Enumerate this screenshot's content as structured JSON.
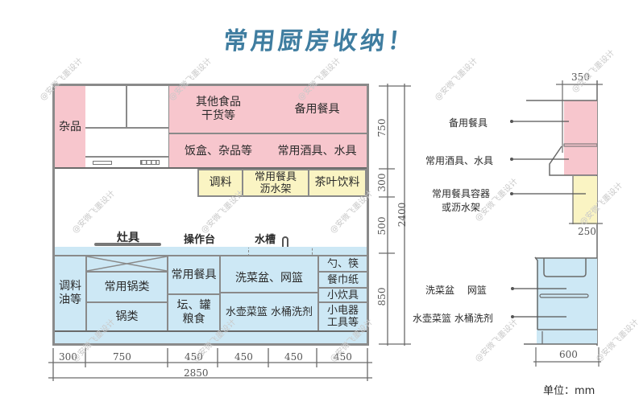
{
  "title": "常用厨房收纳！",
  "elevation": {
    "upper_cabinets": {
      "left": "杂品",
      "food": "其他食品\n干货等",
      "spare_tableware": "备用餐具",
      "lunchbox": "饭盒、杂品等",
      "wine_water": "常用酒具、水具"
    },
    "middle_shelves": {
      "seasoning": "调料",
      "drain_rack": "常用餐具\n沥水架",
      "tea": "茶叶饮料"
    },
    "counter_labels": {
      "stove": "灶具",
      "worktop": "操作台",
      "sink": "水槽"
    },
    "base_cabinets": {
      "oil": "调料\n油等",
      "common_pots": "常用锅类",
      "pots": "锅类",
      "common_tableware": "常用餐具",
      "jars": "坛、罐\n粮食",
      "basin": "洗菜盆、网篮",
      "kettle": "水壶菜篮 水桶洗剂",
      "spoon": "勺、筷",
      "napkin": "餐巾纸",
      "small_cookware": "小炊具",
      "appliances": "小电器\n工具等"
    },
    "width_dims": [
      "300",
      "750",
      "450",
      "450",
      "450",
      "450"
    ],
    "total_width": "2850",
    "height_dims": [
      "750",
      "300",
      "500",
      "850"
    ],
    "total_height": "2400"
  },
  "section": {
    "top_width": "350",
    "shelf_width": "250",
    "base_width": "600",
    "labels": {
      "spare_tableware": "备用餐具",
      "wine_water": "常用酒具、水具",
      "container": "常用餐具容器\n或沥水架",
      "basin_basket": "洗菜盆　 网篮",
      "kettle": "水壶菜篮 水桶洗剂"
    }
  },
  "unit": "单位：mm",
  "watermark": "@安微飞墨设计",
  "colors": {
    "title": "#3f7da0",
    "upper": "#f7c6cd",
    "shelf": "#faf4c3",
    "base": "#cde8f5",
    "line": "#8a8a8a"
  }
}
